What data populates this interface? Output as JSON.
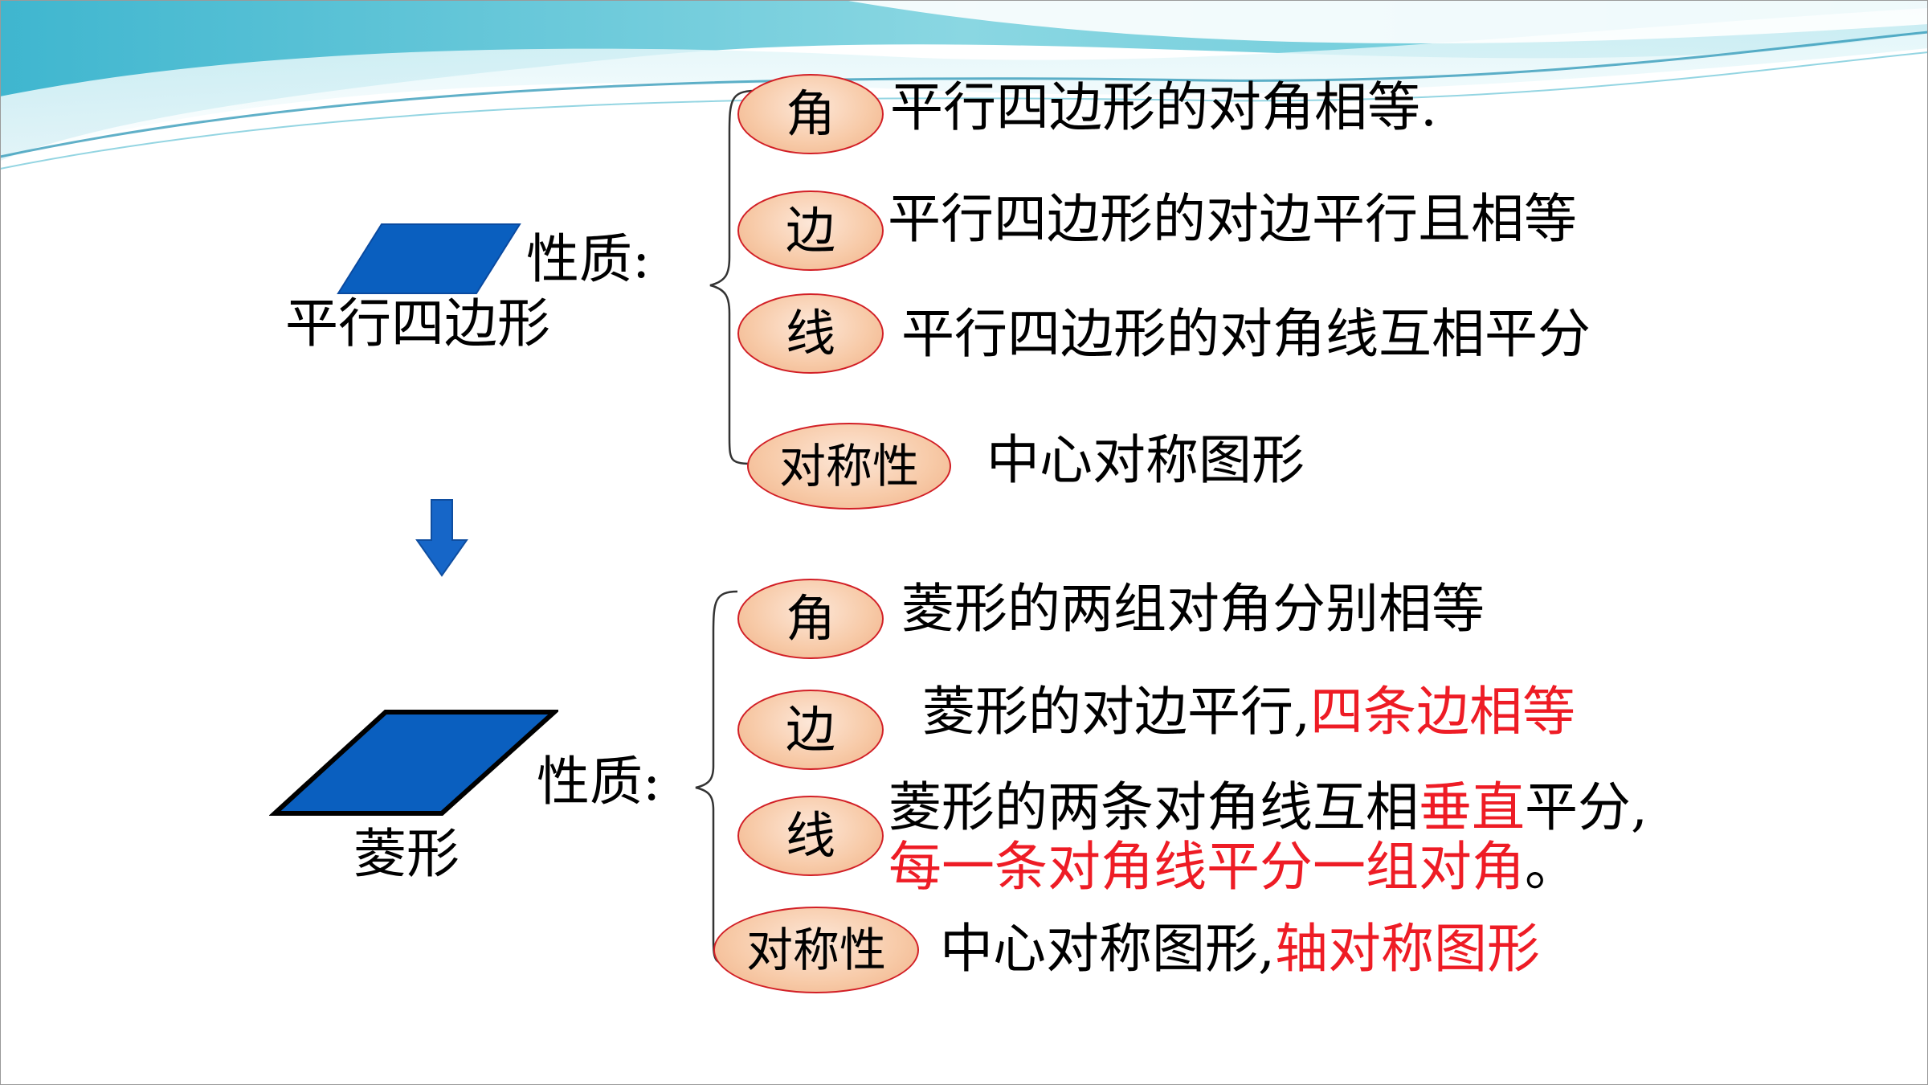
{
  "colors": {
    "shape_blue": "#0a5fbf",
    "emphasis_red": "#ee1c25",
    "tag_border": "#d21f26",
    "header_teal": "#6cc8d6"
  },
  "parallelogram": {
    "name": "平行四边形",
    "props_label": "性质:",
    "items": [
      {
        "tag": "角",
        "text": "平行四边形的对角相等."
      },
      {
        "tag": "边",
        "text": "平行四边形的对边平行且相等"
      },
      {
        "tag": "线",
        "text": "平行四边形的对角线互相平分"
      },
      {
        "tag": "对称性",
        "text": "中心对称图形"
      }
    ]
  },
  "rhombus": {
    "name": "菱形",
    "props_label": "性质:",
    "angle": {
      "tag": "角",
      "text": "菱形的两组对角分别相等"
    },
    "side": {
      "tag": "边",
      "text_a": "菱形的对边平行,",
      "text_b": "四条边相等"
    },
    "diagonal": {
      "tag": "线",
      "line1_a": "菱形的两条对角线互相",
      "line1_b": "垂直",
      "line1_c": "平分,",
      "line2_a": "每一条对角线平分一组对角",
      "line2_b": "。"
    },
    "symmetry": {
      "tag": "对称性",
      "text_a": "中心对称图形,",
      "text_b": "轴对称图形"
    }
  }
}
